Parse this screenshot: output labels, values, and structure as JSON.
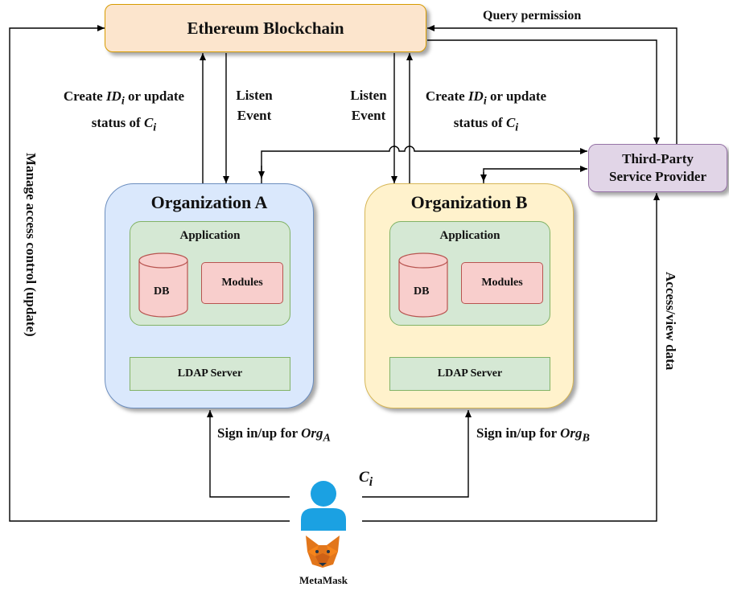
{
  "blockchain": {
    "label": "Ethereum Blockchain",
    "color": "#fce5cd"
  },
  "third_party": {
    "line1": "Third-Party",
    "line2": "Service Provider",
    "color": "#e1d5e7"
  },
  "org_a": {
    "title": "Organization A",
    "color": "#dae8fc",
    "app": "Application",
    "db": "DB",
    "modules": "Modules",
    "ldap": "LDAP Server"
  },
  "org_b": {
    "title": "Organization B",
    "color": "#fff2cc",
    "app": "Application",
    "db": "DB",
    "modules": "Modules",
    "ldap": "LDAP Server"
  },
  "labels": {
    "query_permission": "Query permission",
    "create_update_a": {
      "pre": "Create ",
      "id": "ID",
      "sub": "i",
      "post": " or update",
      "line2_pre": "status of ",
      "c": "C",
      "csub": "i"
    },
    "listen_a": {
      "line1": "Listen",
      "line2": "Event"
    },
    "listen_b": {
      "line1": "Listen",
      "line2": "Event"
    },
    "create_update_b": {
      "pre": "Create ",
      "id": "ID",
      "sub": "i",
      "post": " or update",
      "line2_pre": "status of ",
      "c": "C",
      "csub": "i"
    },
    "manage_access": "Manage access control (update)",
    "access_view": "Access/view data",
    "sign_a": {
      "pre": "Sign in/up for ",
      "org": "Org",
      "sub": "A"
    },
    "sign_b": {
      "pre": "Sign in/up for ",
      "org": "Org",
      "sub": "B"
    },
    "ci": {
      "c": "C",
      "sub": "i"
    },
    "metamask": "MetaMask"
  },
  "colors": {
    "app_green": "#d5e8d4",
    "app_border": "#82b366",
    "red_fill": "#f8cecc",
    "red_border": "#b85450",
    "user_blue": "#1ba1e2",
    "fox_orange": "#e2761b"
  }
}
